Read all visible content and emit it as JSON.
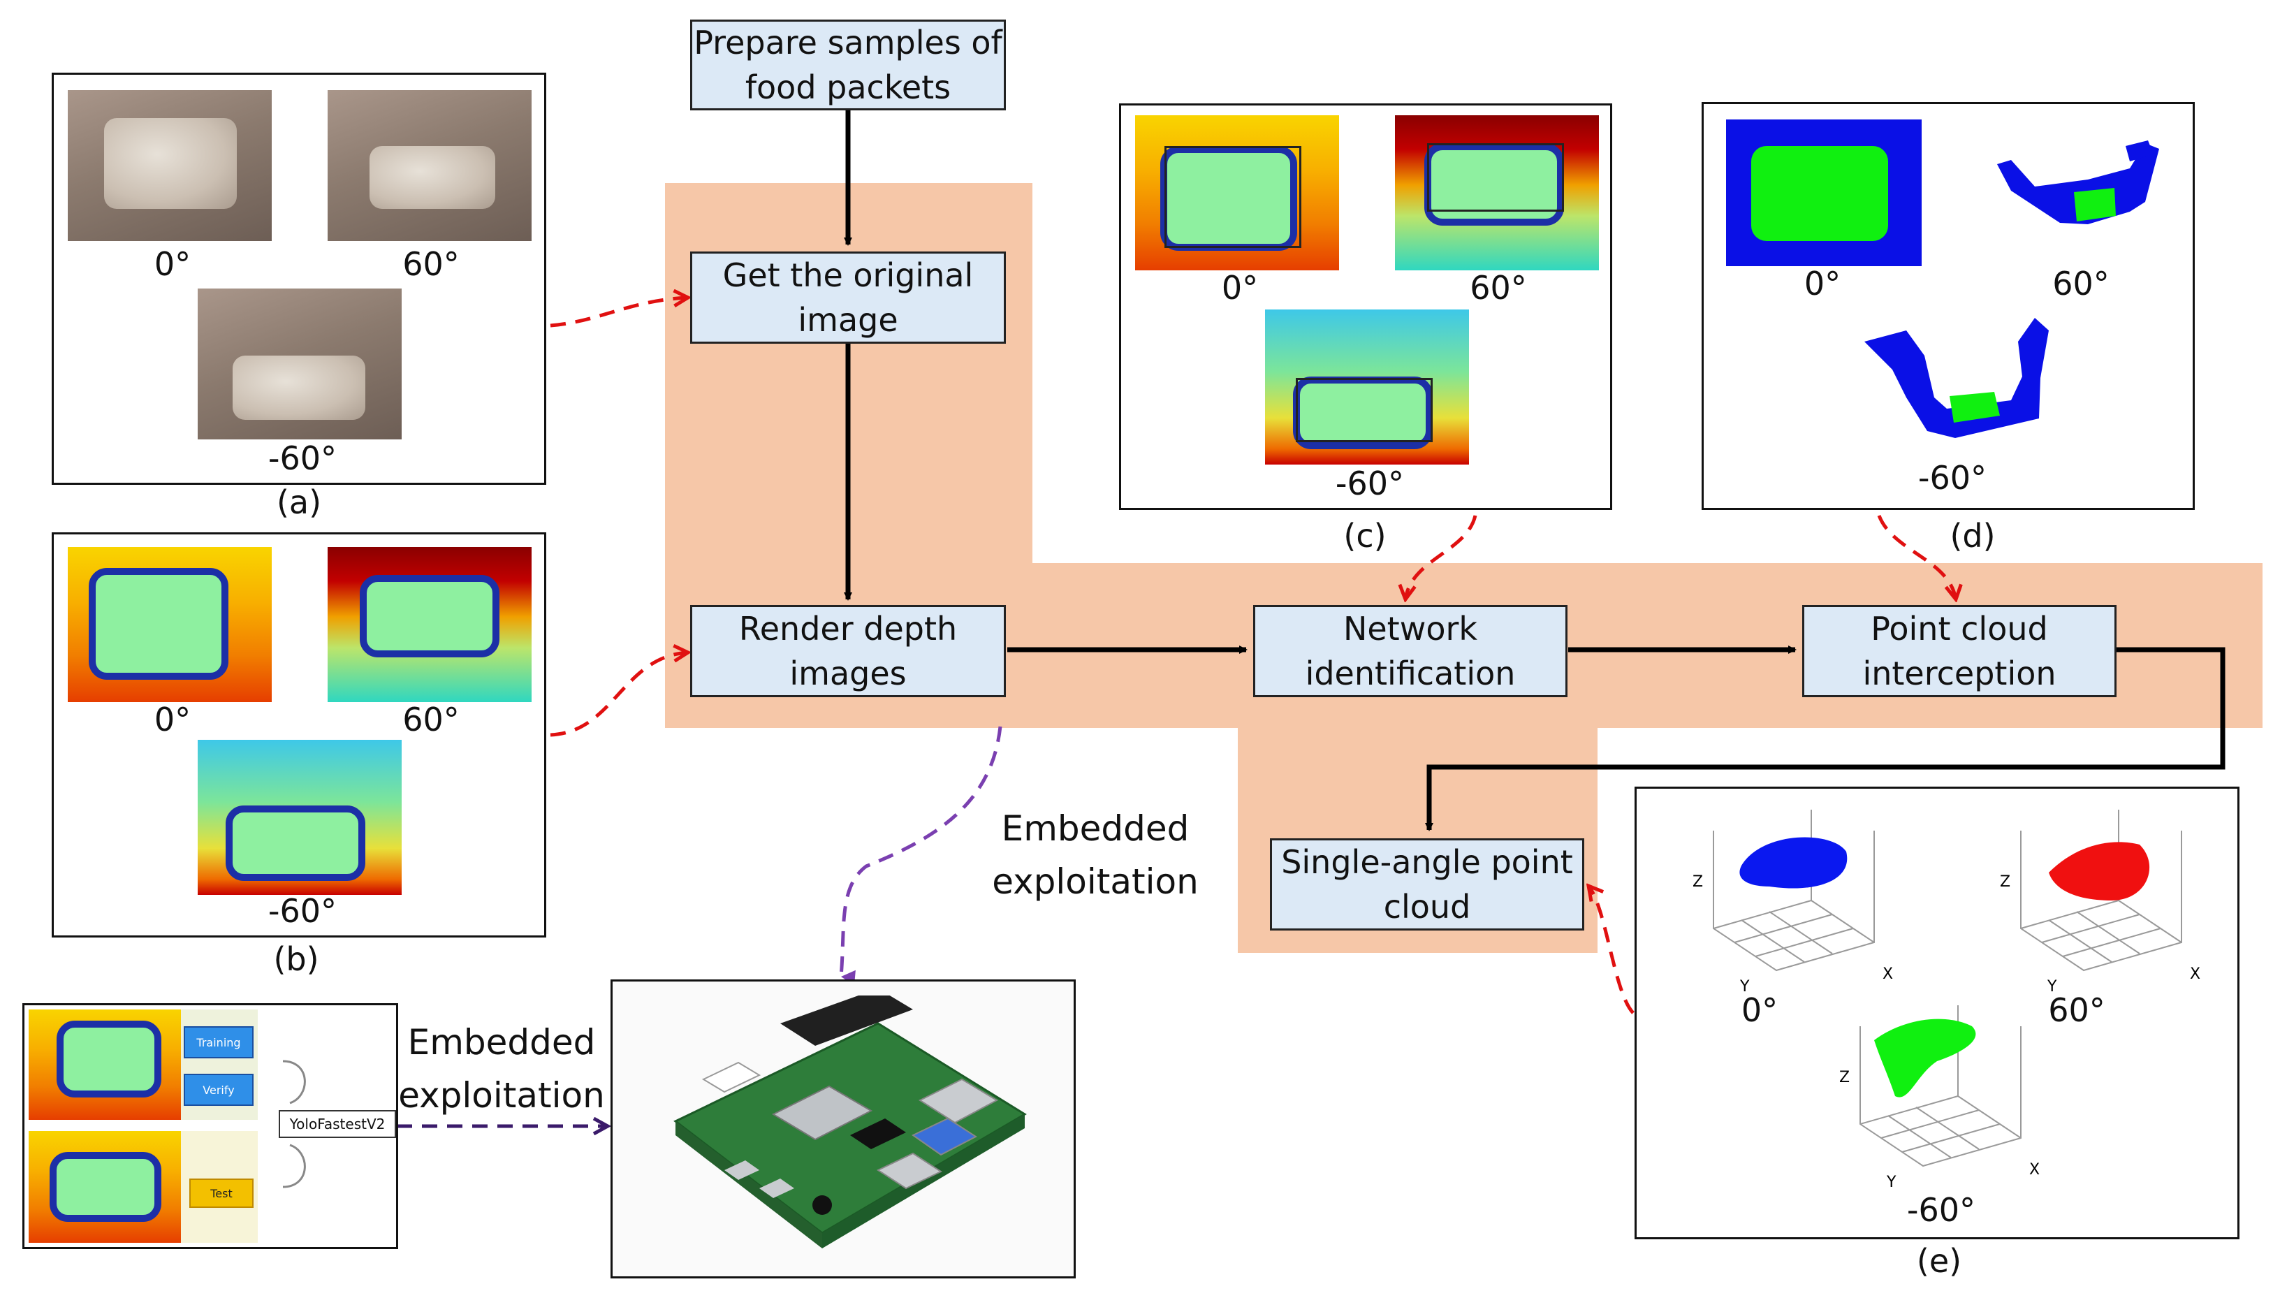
{
  "nodes": {
    "prepare": "Prepare samples of\nfood packets",
    "original": "Get the original\nimage",
    "render": "Render depth\nimages",
    "network": "Network\nidentification",
    "pointcloud": "Point cloud\ninterception",
    "single": "Single-angle point\ncloud"
  },
  "labels": {
    "embedded_mid": "Embedded\nexploitation",
    "embedded_left": "Embedded\nexploitation"
  },
  "panel_a": {
    "caption": "(a)",
    "angles": [
      "0°",
      "60°",
      "-60°"
    ]
  },
  "panel_b": {
    "caption": "(b)",
    "angles": [
      "0°",
      "60°",
      "-60°"
    ]
  },
  "panel_c": {
    "caption": "(c)",
    "angles": [
      "0°",
      "60°",
      "-60°"
    ]
  },
  "panel_d": {
    "caption": "(d)",
    "angles": [
      "0°",
      "60°",
      "-60°"
    ]
  },
  "panel_e": {
    "caption": "(e)",
    "angles": [
      "0°",
      "60°",
      "-60°"
    ],
    "axes": [
      "Z",
      "Y",
      "X"
    ]
  },
  "training": {
    "buttons": [
      "Training",
      "Verify",
      "Test"
    ],
    "model": "YoloFastestV2"
  },
  "colors": {
    "highlight": "#f6c7a8",
    "node_fill": "#dce9f6",
    "dashed_red": "#e01010",
    "dashed_purple": "#7a3fb0",
    "dashed_dark": "#3a1a6a",
    "cloud_blue": "#0a18f0",
    "cloud_red": "#f01010",
    "cloud_green": "#10f010"
  }
}
